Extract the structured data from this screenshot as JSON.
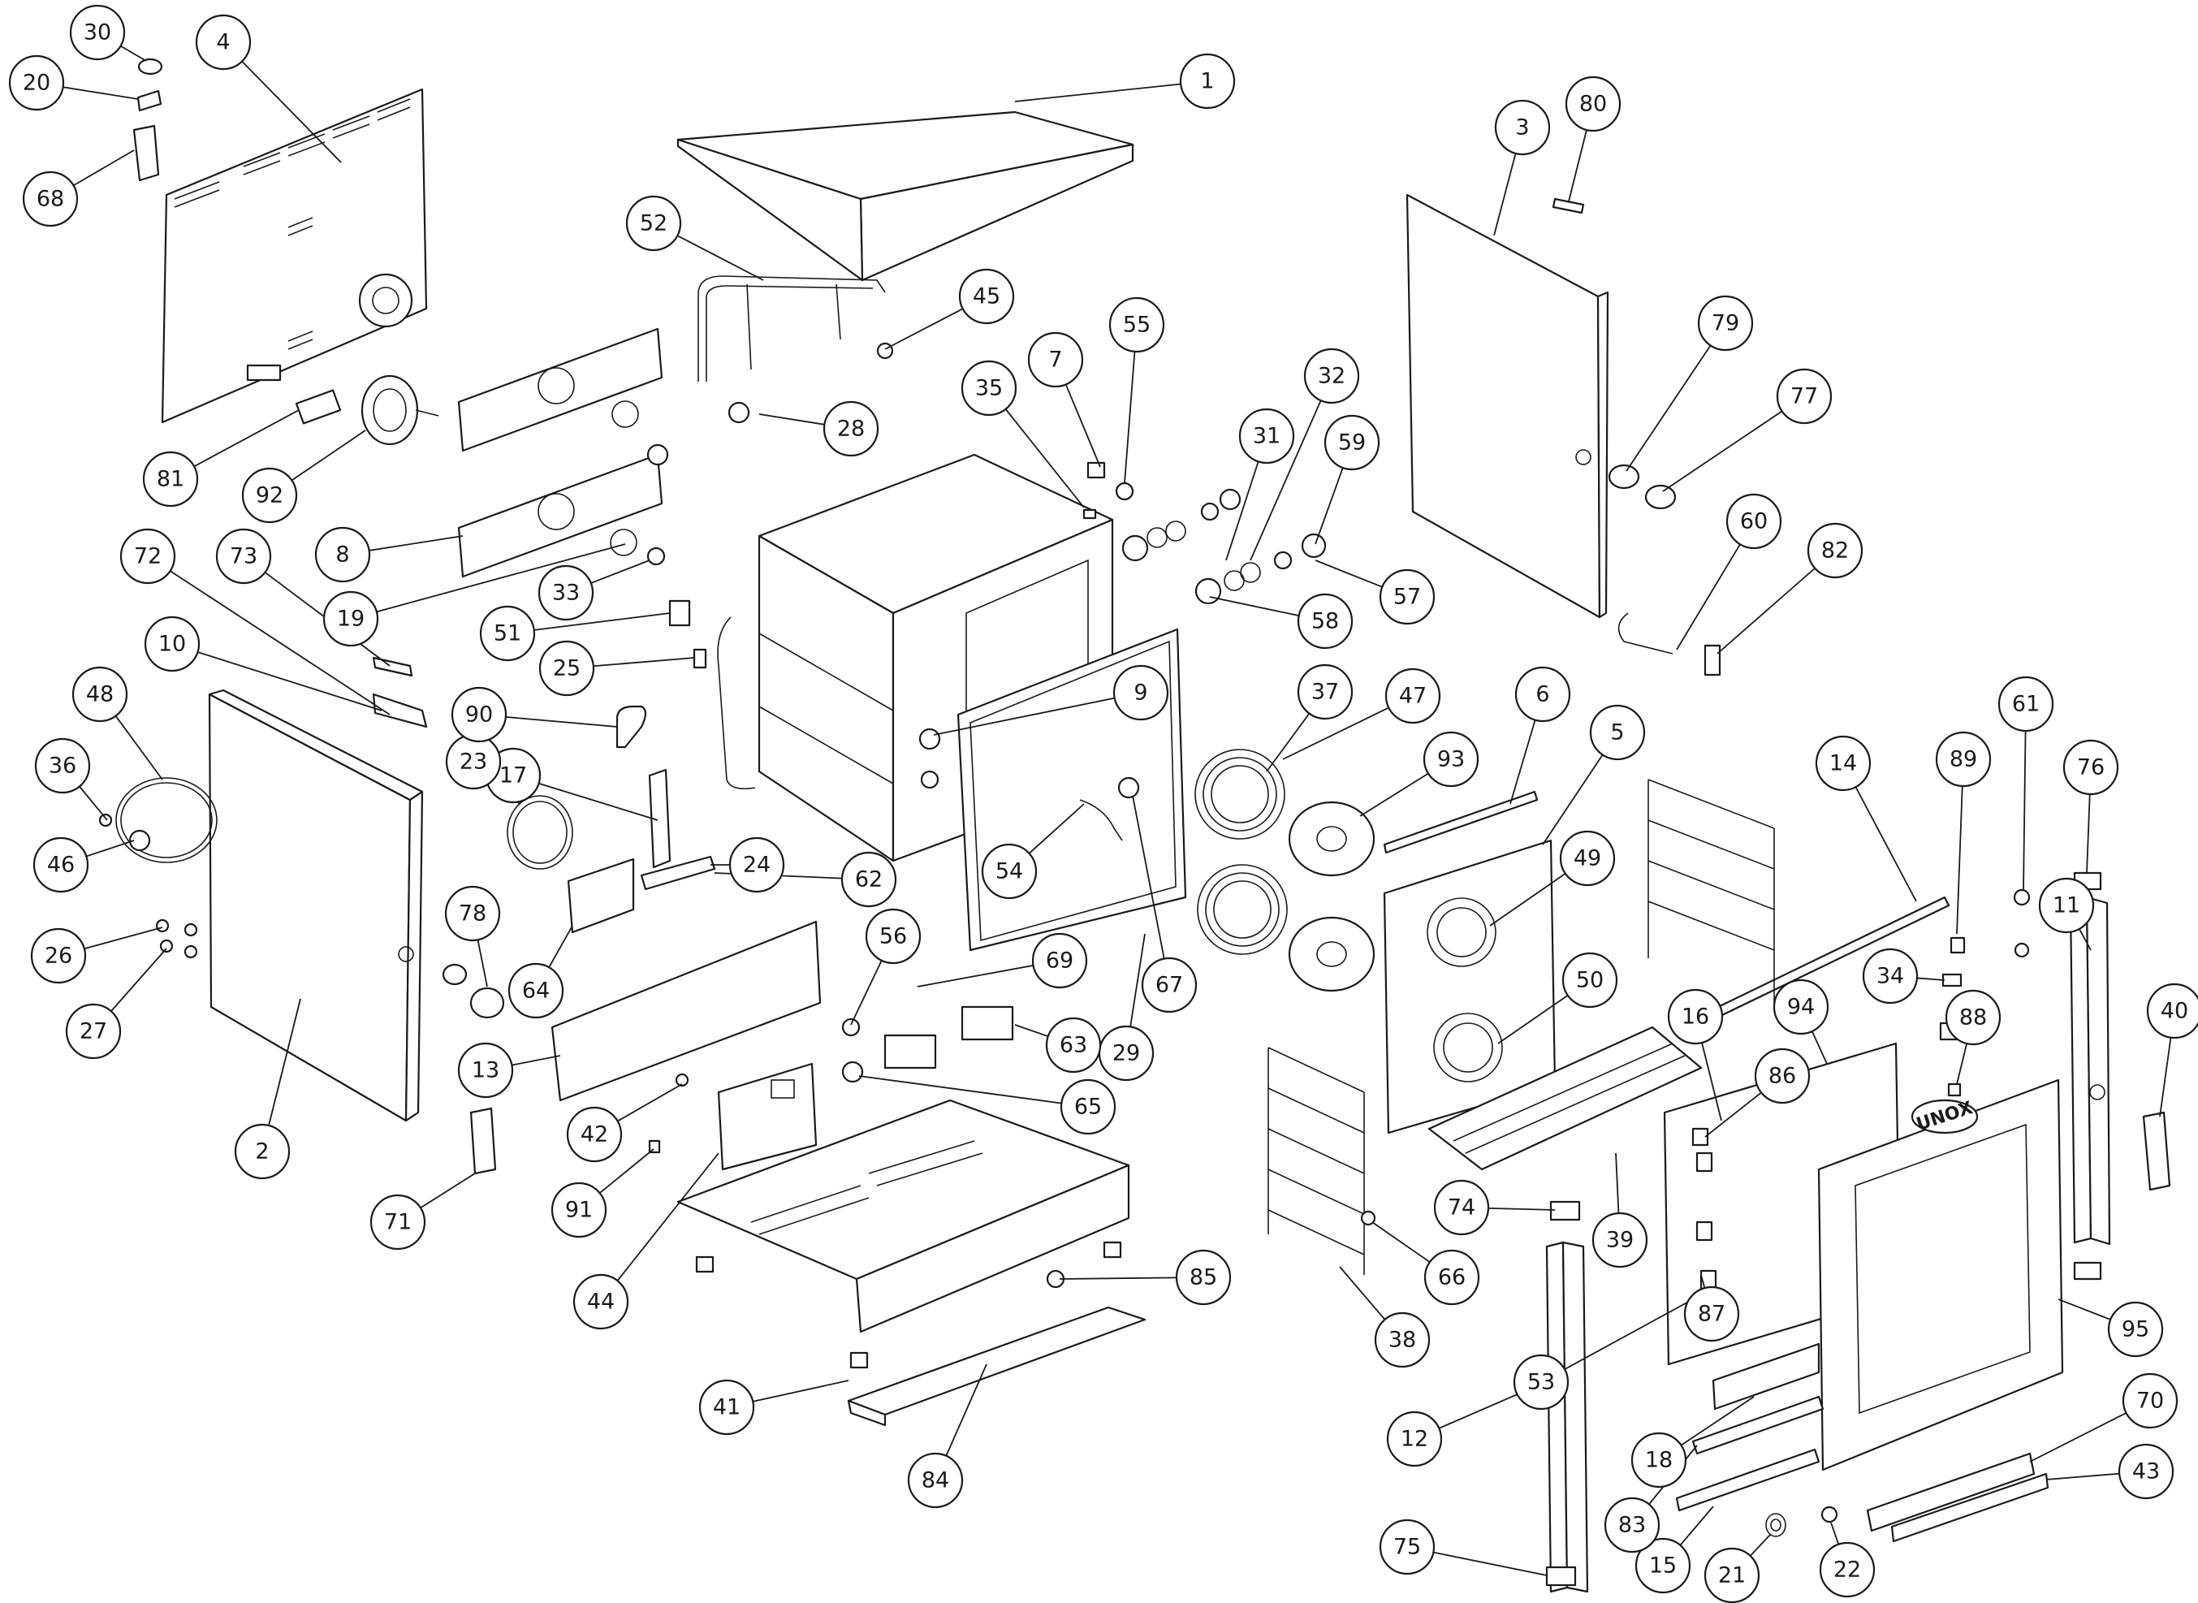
{
  "diagram": {
    "brand_logo": "UNOX",
    "line_color": "#1a1a1a",
    "background": "#ffffff",
    "callouts": [
      {
        "label": "1",
        "target": "top-cover"
      },
      {
        "label": "2",
        "target": "left-side-panel"
      },
      {
        "label": "3",
        "target": "right-side-panel"
      },
      {
        "label": "4",
        "target": "rear-panel"
      },
      {
        "label": "5",
        "target": "fan-baffle-plate"
      },
      {
        "label": "6",
        "target": "baffle-strip"
      },
      {
        "label": "7",
        "target": "thermostat-bracket"
      },
      {
        "label": "8",
        "target": "motor-mounting-plates"
      },
      {
        "label": "9",
        "target": "oven-chamber-gasket"
      },
      {
        "label": "10",
        "target": "left-panel-top-edge"
      },
      {
        "label": "11",
        "target": "right-front-column"
      },
      {
        "label": "12",
        "target": "left-front-column"
      },
      {
        "label": "13",
        "target": "control-mounting-plate"
      },
      {
        "label": "14",
        "target": "upper-rail"
      },
      {
        "label": "15",
        "target": "lower-door-rail"
      },
      {
        "label": "16",
        "target": "door-hinge-plate"
      },
      {
        "label": "17",
        "target": "bracket"
      },
      {
        "label": "18",
        "target": "inner-glass-strip"
      },
      {
        "label": "19",
        "target": "motor-plate-edge"
      },
      {
        "label": "20",
        "target": "clip"
      },
      {
        "label": "21",
        "target": "spring"
      },
      {
        "label": "22",
        "target": "knob"
      },
      {
        "label": "23",
        "target": "hose"
      },
      {
        "label": "24",
        "target": "terminal-block"
      },
      {
        "label": "25",
        "target": "fitting"
      },
      {
        "label": "26",
        "target": "fastener"
      },
      {
        "label": "27",
        "target": "fastener"
      },
      {
        "label": "28",
        "target": "valve"
      },
      {
        "label": "29",
        "target": "chamber-front-frame"
      },
      {
        "label": "30",
        "target": "cap"
      },
      {
        "label": "31",
        "target": "o-ring"
      },
      {
        "label": "32",
        "target": "o-ring"
      },
      {
        "label": "33",
        "target": "washer"
      },
      {
        "label": "34",
        "target": "hinge-bracket"
      },
      {
        "label": "35",
        "target": "pin"
      },
      {
        "label": "36",
        "target": "nut"
      },
      {
        "label": "37",
        "target": "heating-element-upper"
      },
      {
        "label": "38",
        "target": "right-rack-support"
      },
      {
        "label": "39",
        "target": "wire-shelf"
      },
      {
        "label": "40",
        "target": "door-handle"
      },
      {
        "label": "41",
        "target": "foot"
      },
      {
        "label": "42",
        "target": "screw"
      },
      {
        "label": "43",
        "target": "control-strip"
      },
      {
        "label": "44",
        "target": "circuit-board"
      },
      {
        "label": "45",
        "target": "nut"
      },
      {
        "label": "46",
        "target": "cable-gland"
      },
      {
        "label": "47",
        "target": "heating-element"
      },
      {
        "label": "48",
        "target": "power-cord"
      },
      {
        "label": "49",
        "target": "fan-guard-upper"
      },
      {
        "label": "50",
        "target": "fan-guard-lower"
      },
      {
        "label": "51",
        "target": "solenoid-valve"
      },
      {
        "label": "52",
        "target": "water-pipe"
      },
      {
        "label": "53",
        "target": "door-pin"
      },
      {
        "label": "54",
        "target": "probe-wire"
      },
      {
        "label": "55",
        "target": "thermostat"
      },
      {
        "label": "56",
        "target": "switch"
      },
      {
        "label": "57",
        "target": "bulb"
      },
      {
        "label": "58",
        "target": "lamp-holder"
      },
      {
        "label": "59",
        "target": "lamp-cover"
      },
      {
        "label": "60",
        "target": "probe"
      },
      {
        "label": "61",
        "target": "bushing"
      },
      {
        "label": "62",
        "target": "connector"
      },
      {
        "label": "63",
        "target": "relay"
      },
      {
        "label": "64",
        "target": "electrical-box"
      },
      {
        "label": "65",
        "target": "capacitor"
      },
      {
        "label": "66",
        "target": "rack-screw"
      },
      {
        "label": "67",
        "target": "drain-fitting"
      },
      {
        "label": "68",
        "target": "holder"
      },
      {
        "label": "69",
        "target": "fastener-set"
      },
      {
        "label": "70",
        "target": "control-panel-frame"
      },
      {
        "label": "71",
        "target": "microswitch-bracket"
      },
      {
        "label": "72",
        "target": "terminal-strip"
      },
      {
        "label": "73",
        "target": "cover-strip"
      },
      {
        "label": "74",
        "target": "column-cap"
      },
      {
        "label": "75",
        "target": "column-base"
      },
      {
        "label": "76",
        "target": "column-cap-top"
      },
      {
        "label": "77",
        "target": "safety-thermostat"
      },
      {
        "label": "78",
        "target": "safety-thermostat"
      },
      {
        "label": "79",
        "target": "thermostat"
      },
      {
        "label": "80",
        "target": "cover-plate"
      },
      {
        "label": "81",
        "target": "label-plate"
      },
      {
        "label": "82",
        "target": "socket"
      },
      {
        "label": "83",
        "target": "door-catch"
      },
      {
        "label": "84",
        "target": "drip-tray"
      },
      {
        "label": "85",
        "target": "foot-pad"
      },
      {
        "label": "86",
        "target": "hinge"
      },
      {
        "label": "87",
        "target": "hinge"
      },
      {
        "label": "88",
        "target": "stop"
      },
      {
        "label": "89",
        "target": "bracket"
      },
      {
        "label": "90",
        "target": "elbow-fitting"
      },
      {
        "label": "91",
        "target": "clip"
      },
      {
        "label": "92",
        "target": "fan-motor"
      },
      {
        "label": "93",
        "target": "fan-wheel"
      },
      {
        "label": "94",
        "target": "inner-door-glass"
      },
      {
        "label": "95",
        "target": "outer-door"
      }
    ]
  }
}
